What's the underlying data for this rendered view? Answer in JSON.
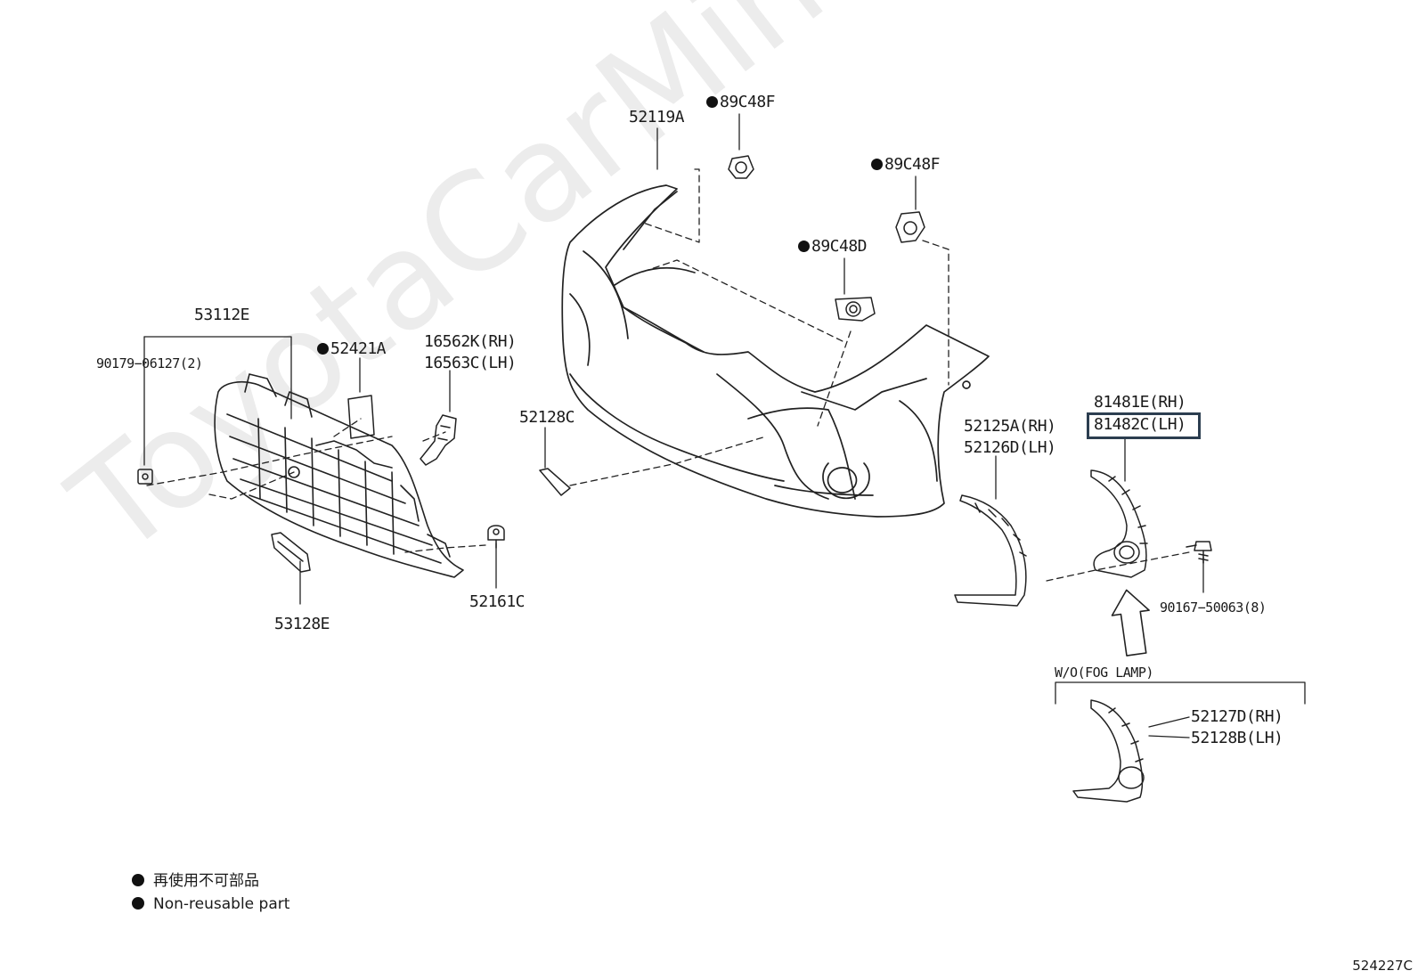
{
  "watermark": "ToyotaCarMine.ru",
  "diagram_ref": "524227C",
  "highlight_color": "#2c3e50",
  "parts": {
    "p53112E": "53112E",
    "p90179": "90179−06127(2)",
    "p52421A": "52421A",
    "p16562K": "16562K(RH)",
    "p16563C": "16563C(LH)",
    "p53128E": "53128E",
    "p52161C": "52161C",
    "p52119A": "52119A",
    "p89C48F_a": "89C48F",
    "p89C48F_b": "89C48F",
    "p89C48D": "89C48D",
    "p52128C": "52128C",
    "p52125A": "52125A(RH)",
    "p52126D": "52126D(LH)",
    "p81481E": "81481E(RH)",
    "p81482C": "81482C(LH)",
    "p90167": "90167−50063(8)",
    "wo_fog": "W/O(FOG LAMP)",
    "p52127D": "52127D(RH)",
    "p52128B": "52128B(LH)"
  },
  "legend": {
    "jp": "再使用不可部品",
    "en": "Non-reusable part"
  }
}
